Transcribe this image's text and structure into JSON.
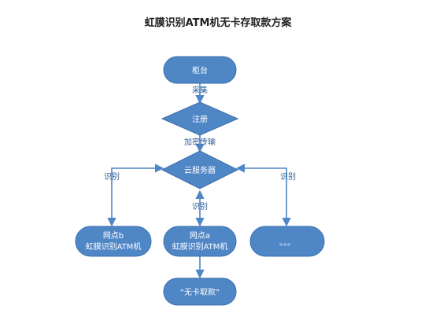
{
  "title": "虹膜识别ATM机无卡存取款方案",
  "colors": {
    "node_fill": "#4f86c6",
    "node_stroke": "#3b70ad",
    "edge": "#4f86c6",
    "label": "#2f5f9a"
  },
  "nodes": {
    "counter": {
      "label": "柜台"
    },
    "register": {
      "label": "注册"
    },
    "cloud": {
      "label": "云服务器"
    },
    "branch_b": {
      "line1": "网点b",
      "line2": "虹膜识别ATM机"
    },
    "branch_a": {
      "line1": "网点a",
      "line2": "虹膜识别ATM机"
    },
    "branch_more": {
      "label": "。。。"
    },
    "cardless": {
      "label": "“无卡取款”"
    }
  },
  "edges": {
    "collect": "采集",
    "encrypt": "加密传输",
    "identify_left": "识别",
    "identify_mid": "识别",
    "identify_right": "识别"
  }
}
